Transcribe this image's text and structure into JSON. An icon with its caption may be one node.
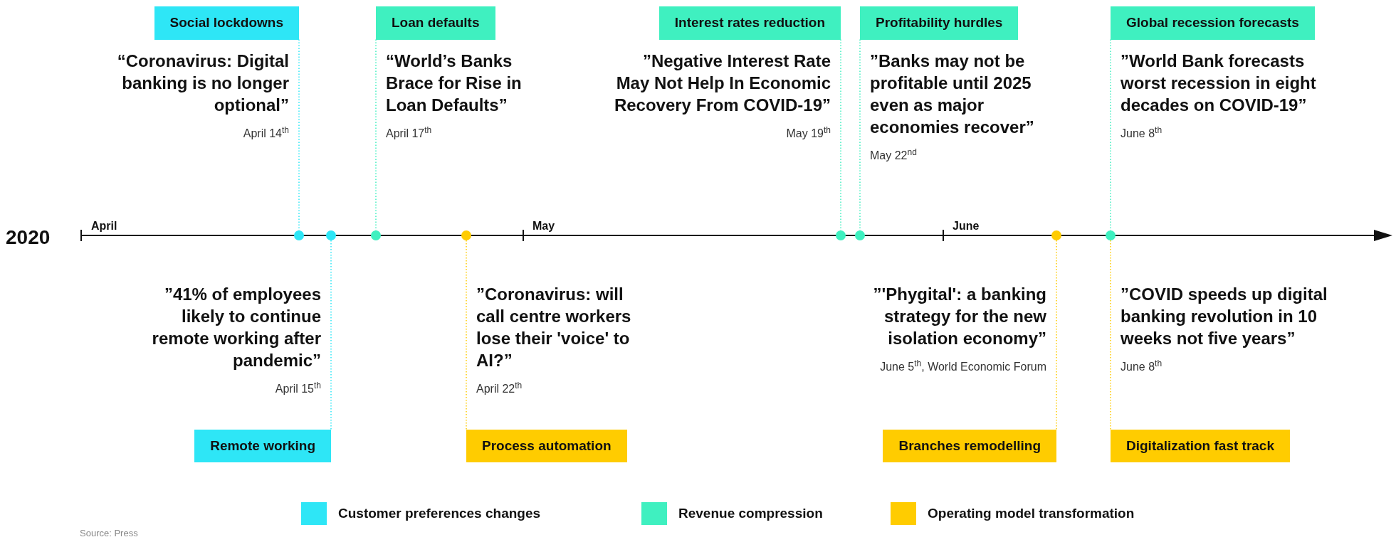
{
  "diagram": {
    "nodes": [
      {
        "text": [
          "Social lockdowns"
        ],
        "beside": [
          "“Coronavirus: Digital banking is no longer optional”",
          "April 14$^{th}$"
        ]
      },
      {
        "text": [
          "Loan defaults"
        ],
        "beside": [
          "“World’s Banks Brace for Rise in Loan Defaults”",
          "April 17$^{th}$"
        ]
      },
      {
        "text": [
          "Interest rates reduction"
        ],
        "beside": [
          "”Negative Interest Rate May Not Help In Economic Recovery From COVID-19”",
          "May 19$^{th}$"
        ]
      },
      {
        "text": [
          "Profitability hurdles"
        ],
        "beside": [
          "”Banks may not be profitable until 2025 even as major economies recover”",
          "May 22$^{nd}$"
        ]
      },
      {
        "text": [
          "Global recession forecasts"
        ],
        "beside": [
          "”World Bank forecasts worst recession in eight decades on COVID-19”",
          "June 8$^{th}$"
        ]
      },
      {
        "text": [
          "Remote working"
        ],
        "beside": [
          "”41% of employees likely to continue remote working after pandemic”",
          "April 15$^{th}$"
        ]
      },
      {
        "text": [
          "Process automation"
        ],
        "beside": [
          "”Coronavirus: will call centre workers lose their 'voice' to AI?”",
          "April 22$^{th}$"
        ]
      },
      {
        "text": [
          "Branches remodelling"
        ],
        "beside": [
          "”'Phygital': a banking strategy for the new isolation economy”",
          "June 5$^{th}$, World Economic Forum"
        ]
      },
      {
        "text": [
          "Digitalization fast track"
        ],
        "beside": [
          "”COVID speeds up digital banking revolution in 10 weeks not five years”",
          "June 8$^{th}$"
        ]
      },
      {
        "text": [],
        "shape": "circle"
      },
      {
        "text": [],
        "shape": "circle"
      },
      {
        "text": [],
        "shape": "circle"
      },
      {
        "text": [],
        "shape": "circle"
      },
      {
        "text": [],
        "shape": "circle"
      },
      {
        "text": [],
        "shape": "circle"
      },
      {
        "text": [],
        "shape": "circle"
      },
      {
        "text": [],
        "shape": "circle"
      }
    ],
    "edges": [
      {
        "from": 0,
        "to": 9,
        "arrow": "none",
        "color": "#2ee6f6"
      },
      {
        "from": 1,
        "to": 11,
        "arrow": "none"
      },
      {
        "from": 2,
        "to": 13,
        "arrow": "none"
      },
      {
        "from": 3,
        "to": 14,
        "arrow": "none"
      },
      {
        "from": 4,
        "to": 16,
        "arrow": "none"
      },
      {
        "from": 5,
        "to": 10,
        "arrow": "none",
        "color": "#2ee6f6"
      },
      {
        "from": 6,
        "to": 12,
        "arrow": "none",
        "color": "#ffcc00"
      },
      {
        "from": 7,
        "to": 15,
        "arrow": "none",
        "color": "#ffcc00"
      },
      {
        "from": 8,
        "to": 16,
        "arrow": "none",
        "color": "#ffcc00"
      }
    ],
    "labels": [
      "2020",
      "April",
      "May",
      "June",
      "Source: Press"
    ],
    "legend": [
      {
        "text": "Customer preferences changes",
        "color": "#2ee6f6"
      },
      {
        "text": "Revenue compression",
        "color": "#3ff0c0"
      },
      {
        "text": "Operating model transformation",
        "color": "#ffcc00"
      }
    ]
  }
}
